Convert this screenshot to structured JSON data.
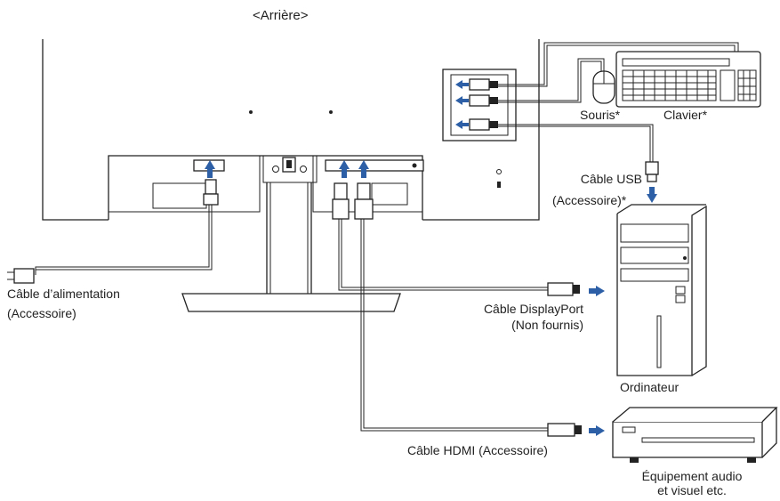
{
  "header": {
    "title": "<Arrière>"
  },
  "labels": {
    "mouse": "Souris*",
    "keyboard": "Clavier*",
    "usb_line1": "Câble USB",
    "usb_line2": "(Accessoire)*",
    "power_line1": "Câble d’alimentation",
    "power_line2": "(Accessoire)",
    "dp_line1": "Câble DisplayPort",
    "dp_line2": "(Non fournis)",
    "computer": "Ordinateur",
    "hdmi": "Câble HDMI (Accessoire)",
    "av_line1": "Équipement audio",
    "av_line2": "et visuel etc."
  },
  "colors": {
    "arrow": "#2d5fa7",
    "line": "#222222"
  }
}
